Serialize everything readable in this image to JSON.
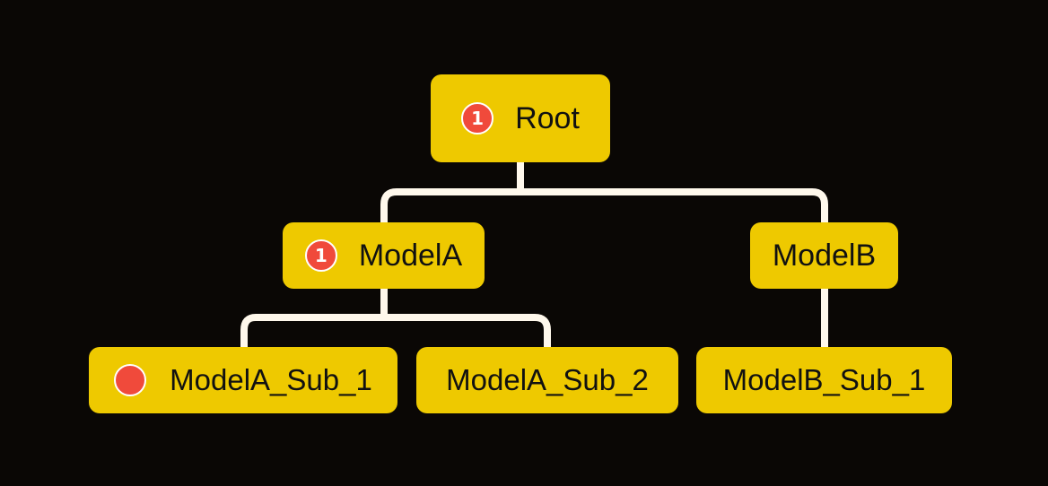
{
  "nodes": {
    "root": {
      "label": "Root",
      "badge": "1"
    },
    "modela": {
      "label": "ModelA",
      "badge": "1"
    },
    "modelb": {
      "label": "ModelB"
    },
    "modela_sub_1": {
      "label": "ModelA_Sub_1",
      "badge": ""
    },
    "modela_sub_2": {
      "label": "ModelA_Sub_2"
    },
    "modelb_sub_1": {
      "label": "ModelB_Sub_1"
    }
  },
  "colors": {
    "background": "#0a0705",
    "node_fill": "#eec900",
    "connector": "#fff8ec",
    "badge_fill": "#f04a3b",
    "badge_border": "#ffffff",
    "text": "#111111"
  },
  "edges": [
    {
      "from": "Root",
      "to": "ModelA"
    },
    {
      "from": "Root",
      "to": "ModelB"
    },
    {
      "from": "ModelA",
      "to": "ModelA_Sub_1"
    },
    {
      "from": "ModelA",
      "to": "ModelA_Sub_2"
    },
    {
      "from": "ModelB",
      "to": "ModelB_Sub_1"
    }
  ]
}
